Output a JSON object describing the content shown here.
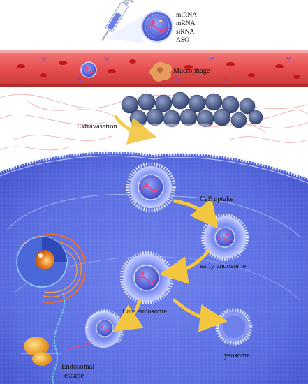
{
  "legend": {
    "items": [
      "miRNA",
      "mRNA",
      "siRNA",
      "ASO"
    ]
  },
  "labels": {
    "macrophage": "Macrophage",
    "extravasation": "Extravasation",
    "cell_uptake": "Cell uptake",
    "early_endosome": "early endosome",
    "late_endosome": "Late endosome",
    "lysosome": "lysosome",
    "endosomal_escape_line1": "Endosomal",
    "endosomal_escape_line2": "escape"
  },
  "colors": {
    "vessel": "#e85050",
    "cell_body": "#5b6fe0",
    "membrane": "#dfe6ff",
    "arrow": "#f3c640",
    "nucleus": "#f08a2a",
    "ribosome": "#f5a623",
    "fibers": "#e89aa0"
  },
  "icons": [
    "syringe-icon",
    "nanoparticle-icon",
    "ribosome-icon",
    "mrna-strand-icon"
  ]
}
